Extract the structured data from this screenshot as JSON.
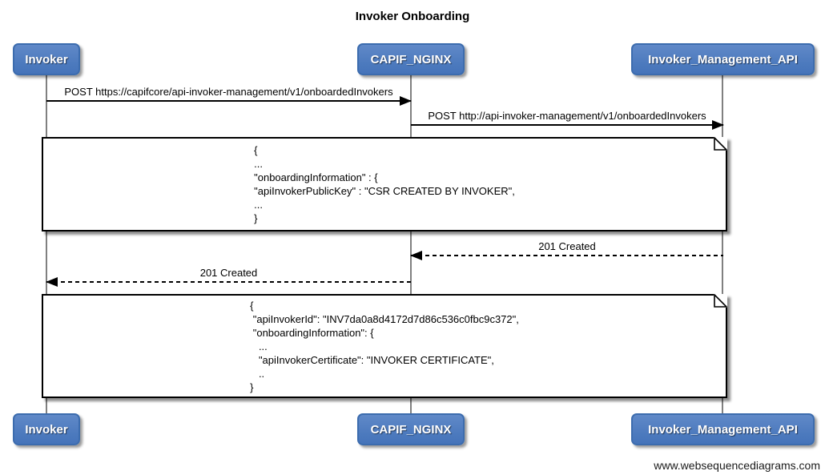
{
  "title": "Invoker Onboarding",
  "footer": "www.websequencediagrams.com",
  "actors": [
    {
      "name": "Invoker"
    },
    {
      "name": "CAPIF_NGINX"
    },
    {
      "name": "Invoker_Management_API"
    }
  ],
  "messages": [
    {
      "from": "Invoker",
      "to": "CAPIF_NGINX",
      "label": "POST https://capifcore/api-invoker-management/v1/onboardedInvokers",
      "line": "solid",
      "direction": "right"
    },
    {
      "from": "CAPIF_NGINX",
      "to": "Invoker_Management_API",
      "label": "POST http://api-invoker-management/v1/onboardedInvokers",
      "line": "solid",
      "direction": "right"
    },
    {
      "from": "Invoker_Management_API",
      "to": "CAPIF_NGINX",
      "label": "201 Created",
      "line": "dashed",
      "direction": "left"
    },
    {
      "from": "CAPIF_NGINX",
      "to": "Invoker",
      "label": "201 Created",
      "line": "dashed",
      "direction": "left"
    }
  ],
  "notes": [
    {
      "lines": [
        "{",
        "...",
        "\"onboardingInformation\" : {",
        "\"apiInvokerPublicKey\" : \"CSR CREATED BY INVOKER\",",
        "...",
        "}"
      ]
    },
    {
      "lines": [
        "{",
        " \"apiInvokerId\": \"INV7da0a8d4172d7d86c536c0fbc9c372\",",
        " \"onboardingInformation\": {",
        "   ...",
        "   \"apiInvokerCertificate\": \"INVOKER CERTIFICATE\",",
        "   ..",
        "}"
      ]
    }
  ],
  "colors": {
    "background": "#ffffff",
    "actor_fill": "#4b79bd",
    "actor_fill_top": "#6089c8",
    "actor_border": "#3c6cae",
    "actor_text": "#ffffff",
    "lifeline": "#808080",
    "arrow": "#000000",
    "note_bg": "#ffffff",
    "note_border": "#000000"
  }
}
